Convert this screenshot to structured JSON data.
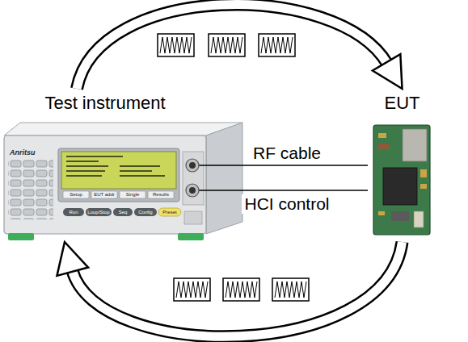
{
  "diagram": {
    "nodes": [
      {
        "text": [
          "Test instrument"
        ]
      },
      {
        "text": [
          "EUT"
        ]
      }
    ],
    "edges": [
      {
        "from": 0,
        "to": 1,
        "label": "RF cable",
        "arrow": "none"
      },
      {
        "from": 0,
        "to": 1,
        "label": "HCI control",
        "arrow": "none"
      },
      {
        "from": 0,
        "to": 1,
        "arrow": "to"
      },
      {
        "from": 1,
        "to": 0,
        "arrow": "to"
      }
    ],
    "labels": [
      "Anritsu",
      "Setup",
      "EUT addr",
      "Single",
      "Results",
      "Run",
      "Loop/Stop",
      "Seq",
      "Config",
      "Preset"
    ]
  }
}
